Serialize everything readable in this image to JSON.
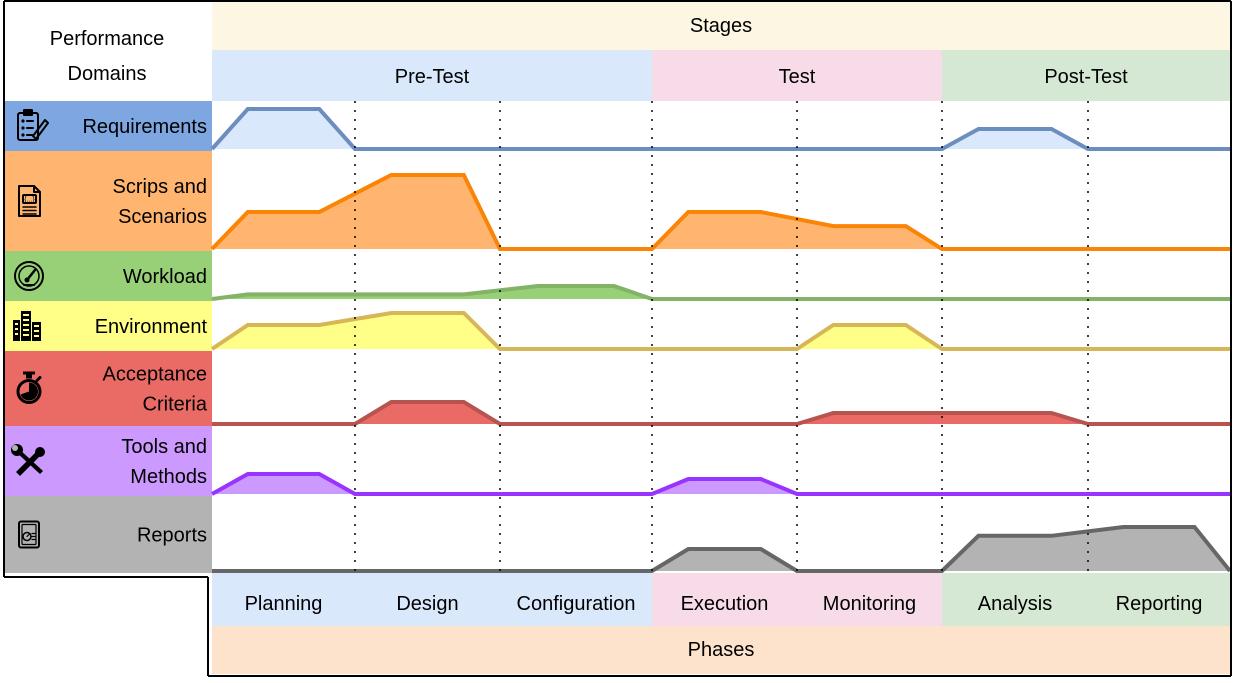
{
  "header": {
    "corner_line1": "Performance",
    "corner_line2": "Domains",
    "stages_title": "Stages",
    "stages": [
      {
        "label": "Pre-Test",
        "color": "#dae8fc"
      },
      {
        "label": "Test",
        "color": "#f8dbe8"
      },
      {
        "label": "Post-Test",
        "color": "#d5e8d4"
      }
    ],
    "stages_band_color": "#fdf6e3"
  },
  "footer": {
    "phases_title": "Phases",
    "phases_band_color": "#fde3cc",
    "phases": [
      {
        "label": "Planning",
        "stage": 0
      },
      {
        "label": "Design",
        "stage": 0
      },
      {
        "label": "Configuration",
        "stage": 0
      },
      {
        "label": "Execution",
        "stage": 1
      },
      {
        "label": "Monitoring",
        "stage": 1
      },
      {
        "label": "Analysis",
        "stage": 2
      },
      {
        "label": "Reporting",
        "stage": 2
      }
    ]
  },
  "domains": [
    {
      "id": "requirements",
      "lines": [
        "Requirements"
      ],
      "icon": "clipboard-icon",
      "color": "#7ea6e0",
      "stroke": "#6c8ebf",
      "fill": "#dae8fc",
      "profile": [
        [
          0,
          0
        ],
        [
          0.25,
          2
        ],
        [
          0.75,
          2
        ],
        [
          1,
          0
        ],
        [
          5,
          0
        ],
        [
          5.25,
          1
        ],
        [
          5.75,
          1
        ],
        [
          6,
          0
        ],
        [
          7,
          0
        ]
      ]
    },
    {
      "id": "scripts",
      "lines": [
        "Scrips and",
        "Scenarios"
      ],
      "icon": "script-file-icon",
      "color": "#ffb570",
      "stroke": "#f98406",
      "fill": "#ffb570",
      "profile": [
        [
          0,
          0
        ],
        [
          0.25,
          1
        ],
        [
          0.75,
          1
        ],
        [
          1.25,
          2
        ],
        [
          1.75,
          2
        ],
        [
          2,
          0
        ],
        [
          3,
          0
        ],
        [
          3.25,
          1
        ],
        [
          3.75,
          1
        ],
        [
          4.25,
          0.62
        ],
        [
          4.75,
          0.62
        ],
        [
          5,
          0
        ],
        [
          7,
          0
        ]
      ]
    },
    {
      "id": "workload",
      "lines": [
        "Workload"
      ],
      "icon": "gauge-icon",
      "color": "#97d077",
      "stroke": "#82b366",
      "fill": "#97d077",
      "profile": [
        [
          0,
          0
        ],
        [
          0.25,
          0.35
        ],
        [
          1.75,
          0.35
        ],
        [
          2.25,
          1
        ],
        [
          2.75,
          1
        ],
        [
          3,
          0
        ],
        [
          7,
          0
        ]
      ]
    },
    {
      "id": "environment",
      "lines": [
        "Environment"
      ],
      "icon": "server-icon",
      "color": "#ffff88",
      "stroke": "#d6b656",
      "fill": "#ffff88",
      "profile": [
        [
          0,
          0
        ],
        [
          0.25,
          1
        ],
        [
          0.75,
          1
        ],
        [
          1.25,
          1.5
        ],
        [
          1.75,
          1.5
        ],
        [
          2,
          0
        ],
        [
          4,
          0
        ],
        [
          4.25,
          1
        ],
        [
          4.75,
          1
        ],
        [
          5,
          0
        ],
        [
          7,
          0
        ]
      ]
    },
    {
      "id": "acceptance",
      "lines": [
        "Acceptance",
        "Criteria"
      ],
      "icon": "stopwatch-icon",
      "color": "#ea6b66",
      "stroke": "#b85450",
      "fill": "#ea6b66",
      "profile": [
        [
          0,
          0
        ],
        [
          1,
          0
        ],
        [
          1.25,
          1
        ],
        [
          1.75,
          1
        ],
        [
          2,
          0
        ],
        [
          4,
          0
        ],
        [
          4.25,
          0.5
        ],
        [
          5.75,
          0.5
        ],
        [
          6,
          0
        ],
        [
          7,
          0
        ]
      ]
    },
    {
      "id": "tools",
      "lines": [
        "Tools and",
        "Methods"
      ],
      "icon": "tools-icon",
      "color": "#cc99ff",
      "stroke": "#9933ff",
      "fill": "#cc99ff",
      "profile": [
        [
          0,
          0
        ],
        [
          0.25,
          1
        ],
        [
          0.75,
          1
        ],
        [
          1,
          0
        ],
        [
          3,
          0
        ],
        [
          3.25,
          0.75
        ],
        [
          3.75,
          0.75
        ],
        [
          4,
          0
        ],
        [
          7,
          0
        ]
      ]
    },
    {
      "id": "reports",
      "lines": [
        "Reports"
      ],
      "icon": "report-icon",
      "color": "#b3b3b3",
      "stroke": "#666666",
      "fill": "#b3b3b3",
      "profile": [
        [
          0,
          0
        ],
        [
          3,
          0
        ],
        [
          3.25,
          1
        ],
        [
          3.75,
          1
        ],
        [
          4,
          0
        ],
        [
          5,
          0
        ],
        [
          5.25,
          1.6
        ],
        [
          5.75,
          1.6
        ],
        [
          6.25,
          2
        ],
        [
          6.75,
          2
        ],
        [
          7,
          0
        ]
      ]
    }
  ]
}
